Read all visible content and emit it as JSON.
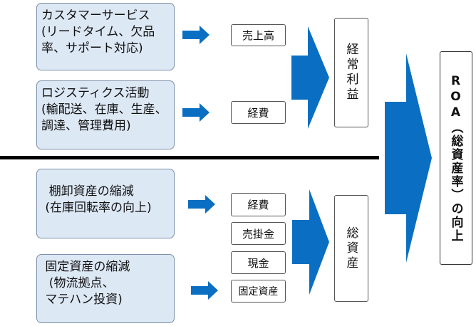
{
  "factors": [
    {
      "text": "カスタマーサービス\n(リードタイム、欠品\n率、サポート対応)"
    },
    {
      "text": "ロジスティクス活動\n(輸配送、在庫、生産、\n調達、管理費用)"
    },
    {
      "text": "  棚卸資産の縮減\n (在庫回転率の向上)"
    },
    {
      "text": " 固定資産の縮減\n  (物流拠点、\n マテハン投資)"
    }
  ],
  "items": {
    "sales": "売上高",
    "expenses_top": "経費",
    "expenses_bottom": "経費",
    "receivables": "売掛金",
    "cash": "現金",
    "fixed_assets": "固定資産"
  },
  "ordinary_profit": "経常利益",
  "total_assets": "総資産",
  "roa": "ROA（総資産率）の向上",
  "colors": {
    "arrow": "#0a6fc2",
    "box_fill": "#dde8f5",
    "box_border": "#7d90a8"
  }
}
